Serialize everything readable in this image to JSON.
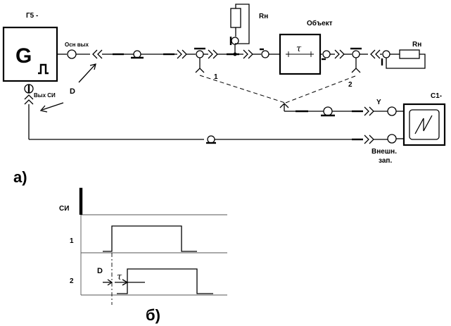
{
  "scheme": {
    "generator_name": "Г5 -",
    "generator_symbol": "G",
    "out_main_label": "Осн вых",
    "out_sync_label": "Вых СИ",
    "delay_label": "D",
    "load_label_top": "Rн",
    "object_label": "Объект",
    "object_tau": "τ",
    "load_label_right": "Rн",
    "probe1_label": "1",
    "probe2_label": "2",
    "scope_name": "С1-",
    "y_input_label": "Y",
    "ext_trigger_label_1": "Внешн.",
    "ext_trigger_label_2": "зап.",
    "part_label": "а)"
  },
  "timing": {
    "row_si_label": "СИ",
    "row_1_label": "1",
    "row_2_label": "2",
    "delay_label": "D",
    "tau_label": "τ",
    "part_label": "б)"
  }
}
